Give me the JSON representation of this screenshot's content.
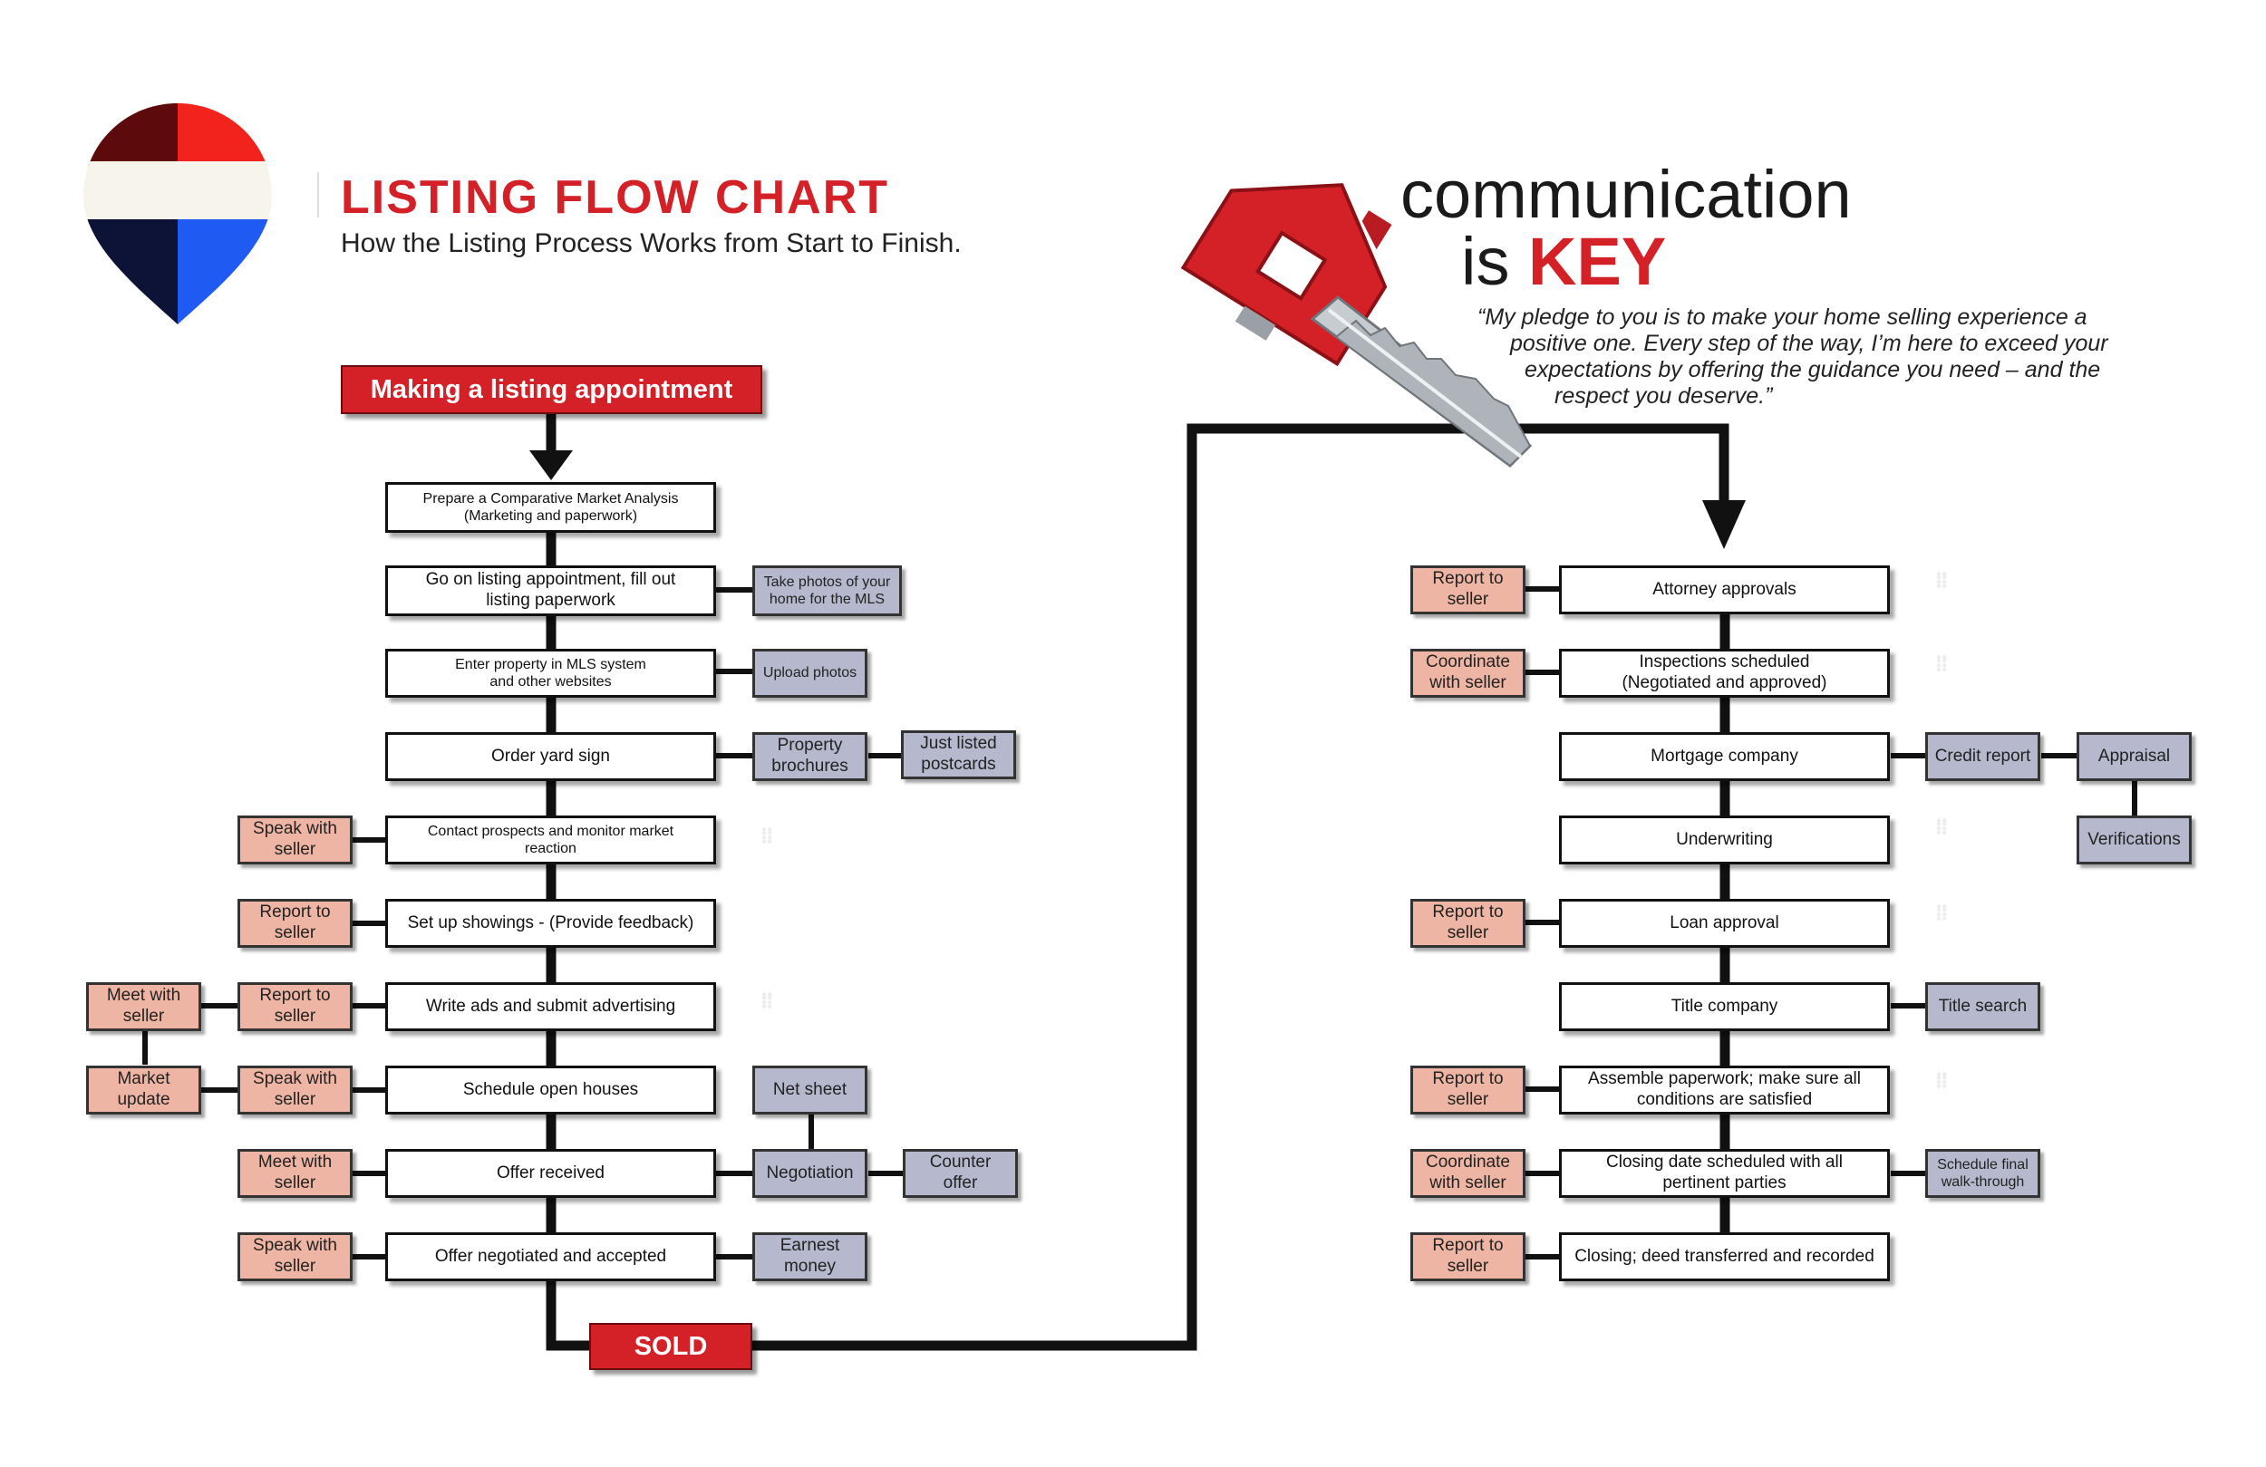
{
  "header": {
    "title": "LISTING FLOW CHART",
    "subtitle": "How the Listing Process Works from Start to Finish."
  },
  "communication": {
    "line1": "communication",
    "line2_prefix": "is",
    "line2_key": "KEY",
    "quote_lines": [
      "“My pledge to you is to make your home selling experience a",
      "positive one. Every step of the way, I’m here to exceed your",
      "expectations by offering the guidance you need – and the",
      "respect you deserve.”"
    ]
  },
  "start_label": "Making a listing appointment",
  "sold_label": "SOLD",
  "left_steps": [
    "Prepare a Comparative Market Analysis\n(Marketing and paperwork)",
    "Go on listing appointment, fill out\nlisting paperwork",
    "Enter property in MLS system\nand other websites",
    "Order yard sign",
    "Contact prospects and monitor market\nreaction",
    "Set up showings - (Provide feedback)",
    "Write ads and submit advertising",
    "Schedule open houses",
    "Offer received",
    "Offer negotiated and accepted"
  ],
  "left_side": {
    "take_photos": "Take photos of your\nhome for the MLS",
    "upload_photos": "Upload photos",
    "property_brochures": "Property\nbrochures",
    "just_listed": "Just listed\npostcards",
    "speak_seller_1": "Speak with\nseller",
    "report_seller_1": "Report to\nseller",
    "report_seller_2": "Report to\nseller",
    "meet_seller_1": "Meet with\nseller",
    "speak_seller_2": "Speak with\nseller",
    "market_update": "Market\nupdate",
    "net_sheet": "Net sheet",
    "meet_seller_2": "Meet with\nseller",
    "negotiation": "Negotiation",
    "counter_offer": "Counter\noffer",
    "speak_seller_3": "Speak with\nseller",
    "earnest_money": "Earnest\nmoney"
  },
  "right_steps": [
    "Attorney approvals",
    "Inspections scheduled\n(Negotiated and approved)",
    "Mortgage company",
    "Underwriting",
    "Loan approval",
    "Title company",
    "Assemble paperwork; make sure all\nconditions are satisfied",
    "Closing date scheduled with all\npertinent parties",
    "Closing; deed transferred and recorded"
  ],
  "right_side": {
    "report_1": "Report to\nseller",
    "coordinate_1": "Coordinate\nwith seller",
    "credit_report": "Credit report",
    "appraisal": "Appraisal",
    "verifications": "Verifications",
    "report_2": "Report to\nseller",
    "title_search": "Title search",
    "report_3": "Report to\nseller",
    "coordinate_2": "Coordinate\nwith seller",
    "schedule_walkthrough": "Schedule final\nwalk-through",
    "report_4": "Report to\nseller"
  },
  "colors": {
    "brand_red": "#d42027",
    "pink_box": "#efb5a4",
    "gray_box": "#b6b9cd",
    "logo_blue": "#1f5af2",
    "logo_navy": "#0c1336",
    "logo_maroon": "#5c0a0c"
  },
  "icons": [
    "balloon-logo-icon",
    "house-key-icon"
  ]
}
